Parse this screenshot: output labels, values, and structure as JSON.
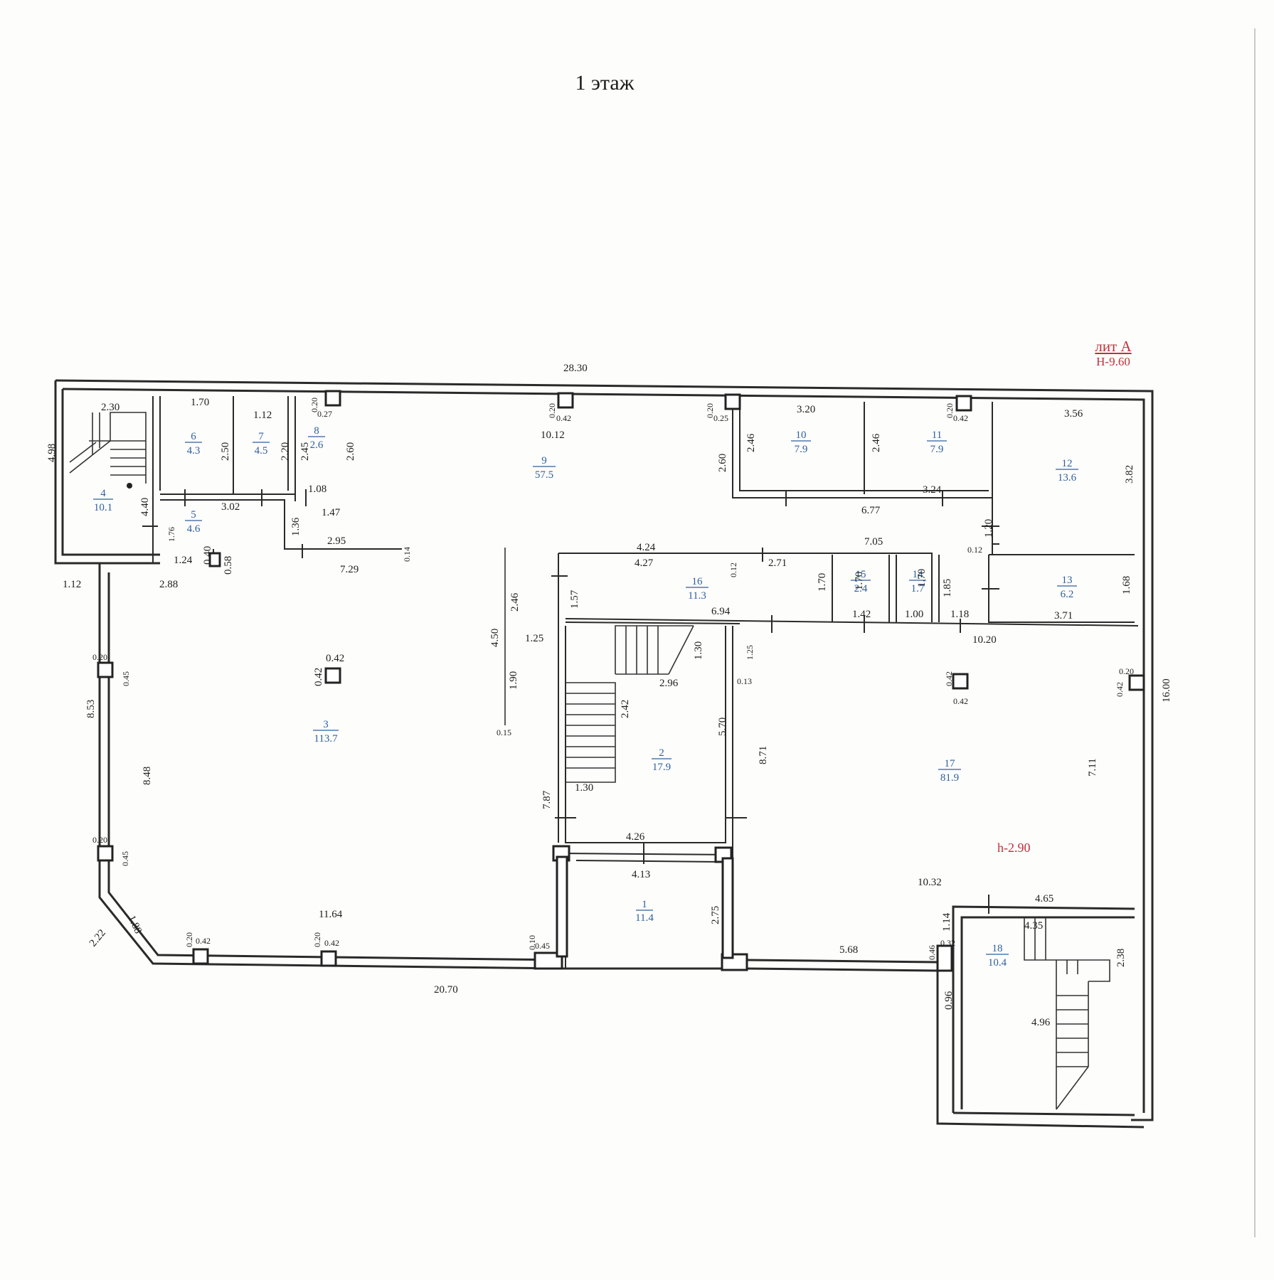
{
  "title": "1 этаж",
  "building": {
    "lit": "лит А",
    "height": "Н-9.60"
  },
  "ceiling": "h-2.90",
  "rooms": [
    {
      "num": "1",
      "area": "11.4"
    },
    {
      "num": "2",
      "area": "17.9"
    },
    {
      "num": "3",
      "area": "113.7"
    },
    {
      "num": "4",
      "area": "10.1"
    },
    {
      "num": "5",
      "area": "4.6"
    },
    {
      "num": "6",
      "area": "4.3"
    },
    {
      "num": "7",
      "area": "4.5"
    },
    {
      "num": "8",
      "area": "2.6"
    },
    {
      "num": "9",
      "area": "57.5"
    },
    {
      "num": "10",
      "area": "7.9"
    },
    {
      "num": "11",
      "area": "7.9"
    },
    {
      "num": "12",
      "area": "13.6"
    },
    {
      "num": "13",
      "area": "6.2"
    },
    {
      "num": "14",
      "area": "1.7"
    },
    {
      "num": "15",
      "area": "2.4"
    },
    {
      "num": "16",
      "area": "11.3"
    },
    {
      "num": "17",
      "area": "81.9"
    },
    {
      "num": "18",
      "area": "10.4"
    }
  ],
  "dimensions": [
    "28.30",
    "4.98",
    "2.30",
    "1.70",
    "1.12",
    "0.20",
    "0.27",
    "2.50",
    "2.20",
    "2.45",
    "2.60",
    "10.12",
    "0.20",
    "0.42",
    "0.20",
    "0.25",
    "3.20",
    "0.20",
    "0.42",
    "3.56",
    "2.46",
    "2.60",
    "2.46",
    "3.82",
    "4.40",
    "3.02",
    "1.08",
    "1.47",
    "1.76",
    "1.36",
    "2.95",
    "0.14",
    "1.24",
    "0.40",
    "0.58",
    "2.88",
    "7.29",
    "1.12",
    "3.24",
    "6.77",
    "1.20",
    "0.12",
    "4.24",
    "7.05",
    "4.27",
    "0.12",
    "2.71",
    "1.57",
    "1.70",
    "1.70",
    "1.70",
    "1.85",
    "1.42",
    "1.00",
    "1.18",
    "6.94",
    "1.68",
    "3.71",
    "10.20",
    "2.46",
    "4.50",
    "1.25",
    "1.90",
    "0.15",
    "1.30",
    "2.96",
    "1.25",
    "0.13",
    "0.20",
    "0.45",
    "0.42",
    "0.42",
    "8.53",
    "8.48",
    "2.42",
    "5.70",
    "8.71",
    "0.42",
    "0.42",
    "0.20",
    "0.42",
    "16.00",
    "7.11",
    "7.87",
    "1.30",
    "4.26",
    "4.13",
    "0.20",
    "0.45",
    "1.88",
    "2.22",
    "11.64",
    "0.20",
    "0.42",
    "0.20",
    "0.42",
    "0.10",
    "0.45",
    "2.75",
    "10.32",
    "4.65",
    "1.14",
    "4.35",
    "0.46",
    "0.32",
    "2.38",
    "5.68",
    "20.70",
    "0.96",
    "4.96"
  ]
}
